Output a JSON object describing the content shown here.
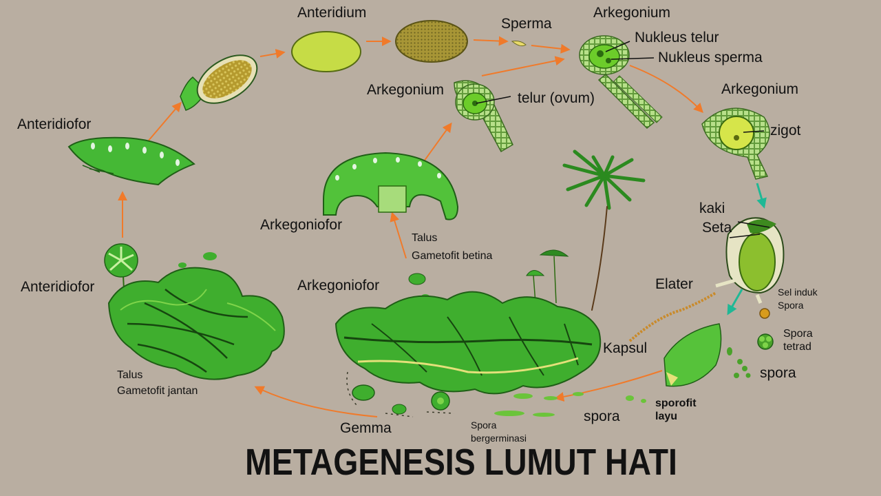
{
  "diagram": {
    "title": "METAGENESIS LUMUT HATI",
    "labels": {
      "anteridium": "Anteridium",
      "sperma": "Sperma",
      "arkegonium_top": "Arkegonium",
      "nukleus_telur": "Nukleus telur",
      "nukleus_sperma": "Nukleus sperma",
      "arkegonium_mid": "Arkegonium",
      "telur_ovum": "telur (ovum)",
      "arkegonium_right": "Arkegonium",
      "zigot": "zigot",
      "anteridiofor_top": "Anteridiofor",
      "arkegoniofor_left": "Arkegoniofor",
      "talus_betina_1": "Talus",
      "talus_betina_2": "Gametofit betina",
      "kaki": "kaki",
      "seta": "Seta",
      "anteridiofor_left": "Anteridiofor",
      "arkegoniofor_mid": "Arkegoniofor",
      "elater": "Elater",
      "sel_induk_1": "Sel induk",
      "sel_induk_2": "Spora",
      "spora_tetrad_1": "Spora",
      "spora_tetrad_2": "tetrad",
      "kapsul": "Kapsul",
      "spora_right": "spora",
      "talus_jantan_1": "Talus",
      "talus_jantan_2": "Gametofit jantan",
      "sporofit_layu_1": "sporofit",
      "sporofit_layu_2": "layu",
      "spora_bottom": "spora",
      "gemma": "Gemma",
      "spora_germ_1": "Spora",
      "spora_germ_2": "bergerminasi"
    },
    "colors": {
      "background": "#b9aea1",
      "plant_green": "#3fa02a",
      "light_green": "#7dd43a",
      "dark_green": "#1f5e16",
      "arrow_orange": "#f07a2a",
      "arrow_teal": "#1fb895",
      "capsule_olive": "#a7a13a"
    }
  }
}
